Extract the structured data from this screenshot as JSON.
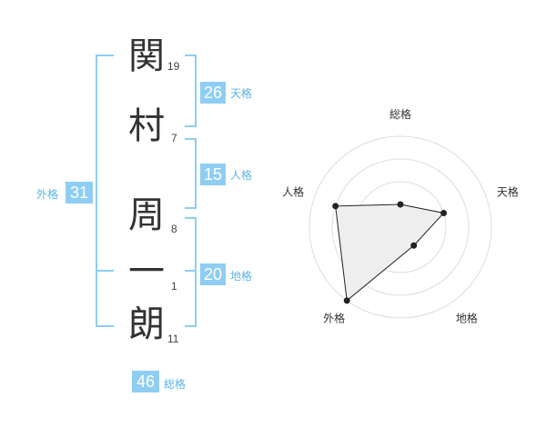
{
  "name": {
    "chars": [
      {
        "kanji": "関",
        "strokes": "19"
      },
      {
        "kanji": "村",
        "strokes": "7"
      },
      {
        "kanji": "周",
        "strokes": "8"
      },
      {
        "kanji": "一",
        "strokes": "1"
      },
      {
        "kanji": "朗",
        "strokes": "11"
      }
    ]
  },
  "kaku": {
    "ten": {
      "value": "26",
      "label": "天格"
    },
    "jin": {
      "value": "15",
      "label": "人格"
    },
    "chi": {
      "value": "20",
      "label": "地格"
    },
    "gai": {
      "value": "31",
      "label": "外格"
    },
    "sou": {
      "value": "46",
      "label": "総格"
    }
  },
  "chart_data": {
    "type": "radar",
    "axes": [
      "総格",
      "天格",
      "地格",
      "外格",
      "人格"
    ],
    "rings": 4,
    "max": 4,
    "values": [
      1,
      2,
      1,
      4,
      3
    ],
    "colors": {
      "fill": "#eeeeee",
      "line": "#222222",
      "grid": "#dddddd",
      "accent": "#8fcdf3"
    }
  }
}
